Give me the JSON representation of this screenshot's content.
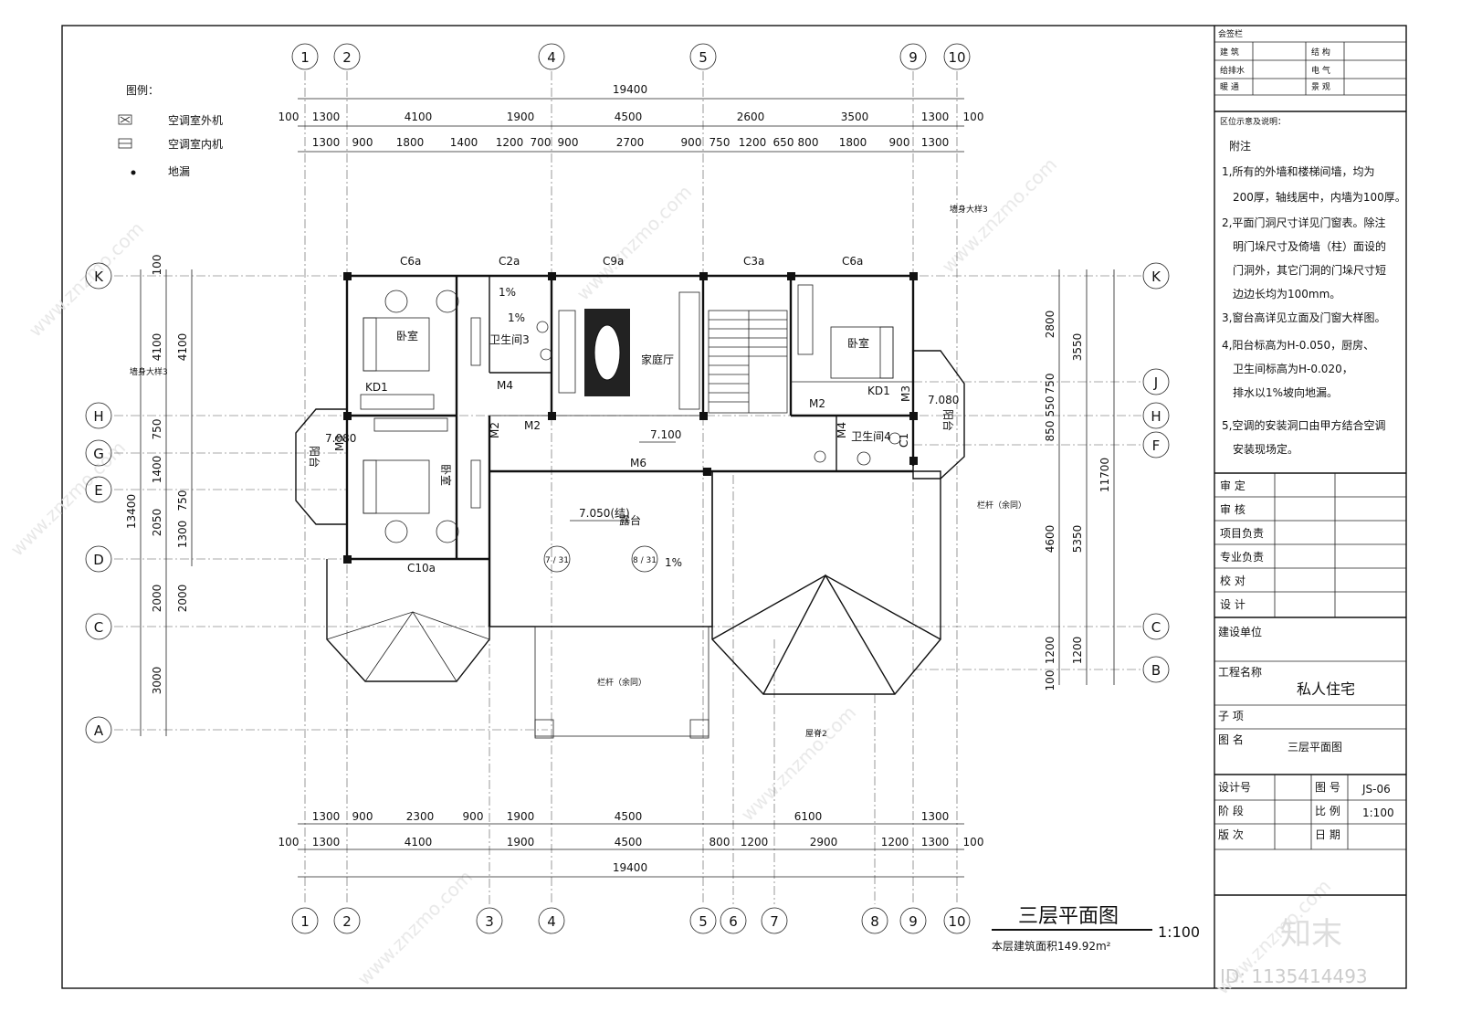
{
  "legend": {
    "title": "图例：",
    "items": [
      "空调室外机",
      "空调室内机",
      "地漏"
    ]
  },
  "axes_top": [
    "1",
    "2",
    "4",
    "5",
    "9",
    "10"
  ],
  "axes_bottom": [
    "1",
    "2",
    "3",
    "4",
    "5",
    "6",
    "7",
    "8",
    "9",
    "10"
  ],
  "axes_left": [
    "K",
    "H",
    "G",
    "E",
    "D",
    "C",
    "A"
  ],
  "axes_right": [
    "K",
    "J",
    "H",
    "F",
    "C",
    "B"
  ],
  "dims": {
    "top_total": "19400",
    "top_row1": [
      "100",
      "1300",
      "4100",
      "1900",
      "4500",
      "2600",
      "3500",
      "1300",
      "100"
    ],
    "top_row2": [
      "1300",
      "900",
      "1800",
      "1400",
      "1200",
      "700",
      "900",
      "2700",
      "900",
      "750",
      "1200",
      "650",
      "800",
      "1800",
      "900",
      "1300"
    ],
    "bottom_row1": [
      "1300",
      "900",
      "2300",
      "900",
      "1900",
      "4500",
      "6100",
      "1300"
    ],
    "bottom_row2": [
      "100",
      "1300",
      "4100",
      "1900",
      "4500",
      "800",
      "1200",
      "2900",
      "1200",
      "1300",
      "100"
    ],
    "bottom_total": "19400",
    "left_outer": [
      "4100",
      "13400"
    ],
    "left_inner": [
      "4100",
      "750",
      "1400",
      "750",
      "1300",
      "2000",
      "3000",
      "100",
      "2050",
      "2000"
    ],
    "right_outer": [
      "3550",
      "11700",
      "5350",
      "1200",
      "100"
    ],
    "right_inner": [
      "2800",
      "750",
      "550",
      "850",
      "4600",
      "1200"
    ]
  },
  "rooms": {
    "bedroom": "卧室",
    "bath3": "卫生间3",
    "bath4": "卫生间4",
    "family_hall": "家庭厅",
    "terrace": "露台",
    "balcony": "阳台"
  },
  "labels": {
    "elev1": "7.100",
    "elev2": "7.050(结)",
    "elev3": "7.080",
    "elev4": "7.080",
    "m2": "M2",
    "m3": "M3",
    "m4": "M4",
    "m6": "M6",
    "kd1": "KD1",
    "c1": "C1",
    "c6a": "C6a",
    "c2a": "C2a",
    "c9a": "C9a",
    "c3a": "C3a",
    "c10a": "C10a",
    "slope": "1%",
    "wall_detail": "墙身大样3",
    "railing": "栏杆（余同）",
    "roof_ridge": "屋脊2",
    "detail_7_31": "7 / 31",
    "detail_8_31": "8 / 31"
  },
  "notes": {
    "heading": "区位示意及说明：",
    "title": "附注",
    "lines": [
      "1,所有的外墙和楼梯间墙，均为",
      "200厚，轴线居中，内墙为100厚。",
      "2,平面门洞尺寸详见门窗表。除注",
      "明门垛尺寸及倚墙（柱）面设的",
      "门洞外，其它门洞的门垛尺寸短",
      "边边长均为100mm。",
      "3,窗台高详见立面及门窗大样图。",
      "4,阳台标高为H-0.050，厨房、",
      "卫生间标高为H-0.020，",
      "排水以1%坡向地漏。",
      "5,空调的安装洞口由甲方结合空调",
      "安装现场定。"
    ]
  },
  "signoff": {
    "head": "会签栏",
    "cells": [
      "建 筑",
      "结 构",
      "给排水",
      "电 气",
      "暖 通",
      "景 观"
    ]
  },
  "titleblock": {
    "rows": [
      "审 定",
      "审 核",
      "项目负责",
      "专业负责",
      "校 对",
      "设 计"
    ],
    "client": "建设单位",
    "project_label": "工程名称",
    "project_name": "私人住宅",
    "sub_label": "子 项",
    "drawing_label": "图 名",
    "drawing_name": "三层平面图",
    "design_no": "设计号",
    "stage": "阶 段",
    "version": "版 次",
    "drawing_no_label": "图 号",
    "drawing_no": "JS-06",
    "scale_label": "比 例",
    "scale": "1:100",
    "date_label": "日 期"
  },
  "drawing_title": "三层平面图",
  "drawing_scale": "1:100",
  "area": "本层建筑面积149.92m²",
  "watermark_logo": "知末",
  "watermark_text": "www.znzmo.com",
  "image_id": "ID: 1135414493"
}
